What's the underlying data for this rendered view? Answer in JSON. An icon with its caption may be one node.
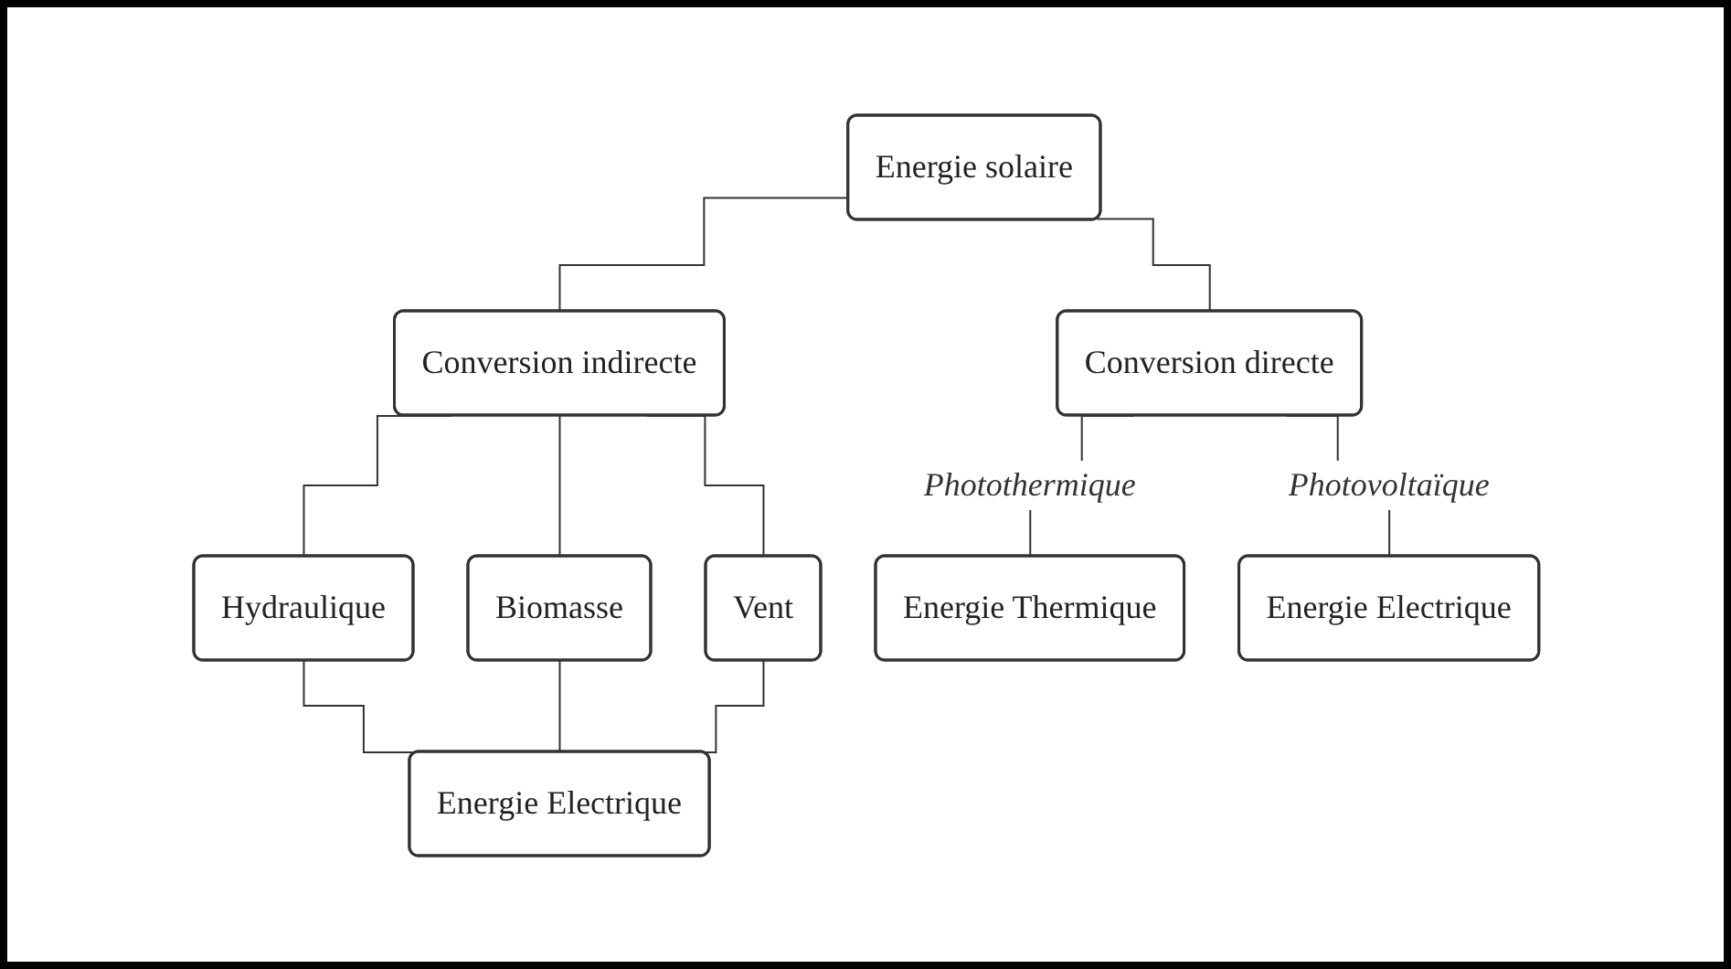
{
  "diagram": {
    "nodes": [
      {
        "text": [
          "Energie solaire"
        ]
      },
      {
        "text": [
          "Conversion indirecte"
        ]
      },
      {
        "text": [
          "Conversion directe"
        ]
      },
      {
        "text": [
          "Hydraulique"
        ]
      },
      {
        "text": [
          "Biomasse"
        ]
      },
      {
        "text": [
          "Vent"
        ]
      },
      {
        "text": [
          "Energie Electrique"
        ]
      },
      {
        "text": [
          "Energie Thermique"
        ]
      },
      {
        "text": [
          "Energie Electrique"
        ]
      }
    ],
    "edges": [
      {
        "from": 0,
        "to": 1,
        "arrow": "none"
      },
      {
        "from": 0,
        "to": 2,
        "arrow": "none"
      },
      {
        "from": 1,
        "to": 3,
        "arrow": "none"
      },
      {
        "from": 1,
        "to": 4,
        "arrow": "none"
      },
      {
        "from": 1,
        "to": 5,
        "arrow": "none"
      },
      {
        "from": 3,
        "to": 6,
        "arrow": "none"
      },
      {
        "from": 4,
        "to": 6,
        "arrow": "none"
      },
      {
        "from": 5,
        "to": 6,
        "arrow": "none"
      },
      {
        "from": 2,
        "to": 7,
        "arrow": "none",
        "label": "Photothermique"
      },
      {
        "from": 2,
        "to": 8,
        "arrow": "none",
        "label": "Photovoltaïque"
      }
    ]
  }
}
